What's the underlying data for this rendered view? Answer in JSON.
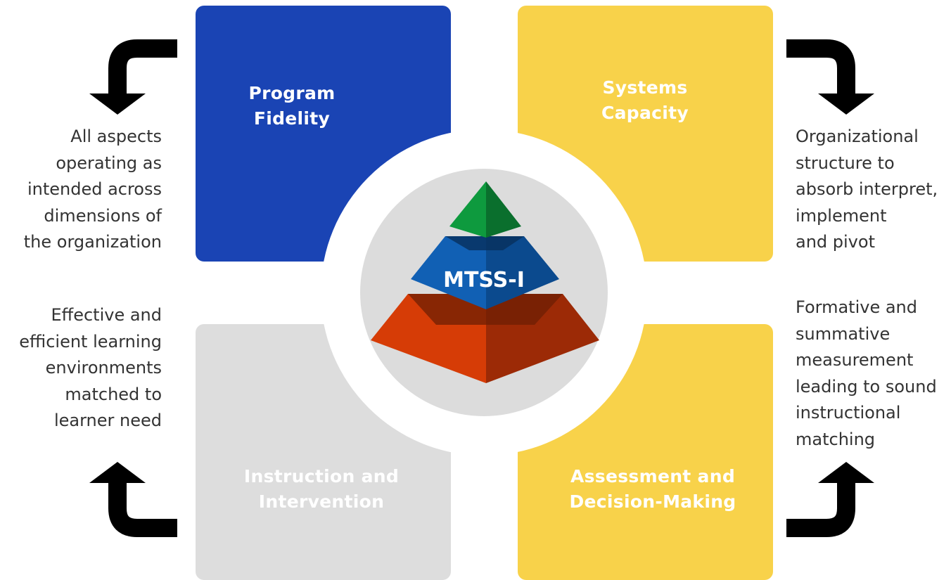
{
  "center": {
    "label": "MTSS-I"
  },
  "quadrants": {
    "fidelity": {
      "title_lines": [
        "Program",
        "Fidelity"
      ],
      "color": "#1a44b4",
      "description_lines": [
        "All aspects",
        "operating as",
        "intended across",
        "dimensions of",
        "the organization"
      ]
    },
    "capacity": {
      "title_lines": [
        "Systems",
        "Capacity"
      ],
      "color": "#f8d24a",
      "description_lines": [
        "Organizational",
        "structure to",
        "absorb interpret,",
        "implement",
        "and pivot"
      ]
    },
    "instruction": {
      "title_lines": [
        "Instruction and",
        "Intervention"
      ],
      "color": "#dddddd",
      "description_lines": [
        "Effective and",
        "efficient learning",
        "environments",
        "matched to",
        "learner need"
      ]
    },
    "assessment": {
      "title_lines": [
        "Assessment and",
        "Decision-Making"
      ],
      "color": "#f8d24a",
      "description_lines": [
        "Formative and",
        "summative",
        "measurement",
        "leading to sound",
        "instructional",
        "matching"
      ]
    }
  },
  "colors": {
    "circle_bg": "#dcdcdc",
    "pyramid_top_light": "#0e9a3e",
    "pyramid_top_dark": "#0a6f2d",
    "pyramid_mid_light": "#1160b4",
    "pyramid_mid_dark": "#0b4a8e",
    "pyramid_base_light": "#d63c06",
    "pyramid_base_dark": "#9c2a06",
    "arrow": "#000000"
  },
  "icons": [
    "curved-arrow-down-left-icon",
    "curved-arrow-down-right-icon",
    "curved-arrow-up-left-icon",
    "curved-arrow-up-right-icon"
  ]
}
